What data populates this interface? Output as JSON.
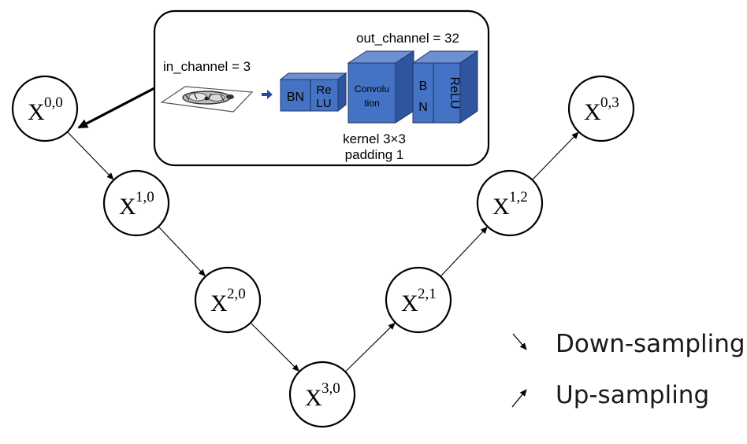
{
  "nodes": [
    {
      "id": "x00",
      "base": "X",
      "sup": "0,0"
    },
    {
      "id": "x10",
      "base": "X",
      "sup": "1,0"
    },
    {
      "id": "x20",
      "base": "X",
      "sup": "2,0"
    },
    {
      "id": "x30",
      "base": "X",
      "sup": "3,0"
    },
    {
      "id": "x21",
      "base": "X",
      "sup": "2,1"
    },
    {
      "id": "x12",
      "base": "X",
      "sup": "1,2"
    },
    {
      "id": "x03",
      "base": "X",
      "sup": "0,3"
    }
  ],
  "edges": [
    {
      "from": "x00",
      "to": "x10",
      "kind": "down"
    },
    {
      "from": "x10",
      "to": "x20",
      "kind": "down"
    },
    {
      "from": "x20",
      "to": "x30",
      "kind": "down"
    },
    {
      "from": "x30",
      "to": "x21",
      "kind": "up"
    },
    {
      "from": "x21",
      "to": "x12",
      "kind": "up"
    },
    {
      "from": "x12",
      "to": "x03",
      "kind": "up"
    }
  ],
  "detail": {
    "in_channel": "in_channel = 3",
    "out_channel": "out_channel = 32",
    "bn": "BN",
    "relu_1": "Re",
    "relu_2": "LU",
    "conv_1": "Convolu",
    "conv_2": "tion",
    "b": "B",
    "n": "N",
    "relu_vertical": "ReLU",
    "kernel": "kernel 3×3",
    "padding": "padding 1",
    "block_color": "#4472c4",
    "block_edge": "#1f3864"
  },
  "legend": {
    "down": "Down-sampling",
    "up": "Up-sampling"
  }
}
